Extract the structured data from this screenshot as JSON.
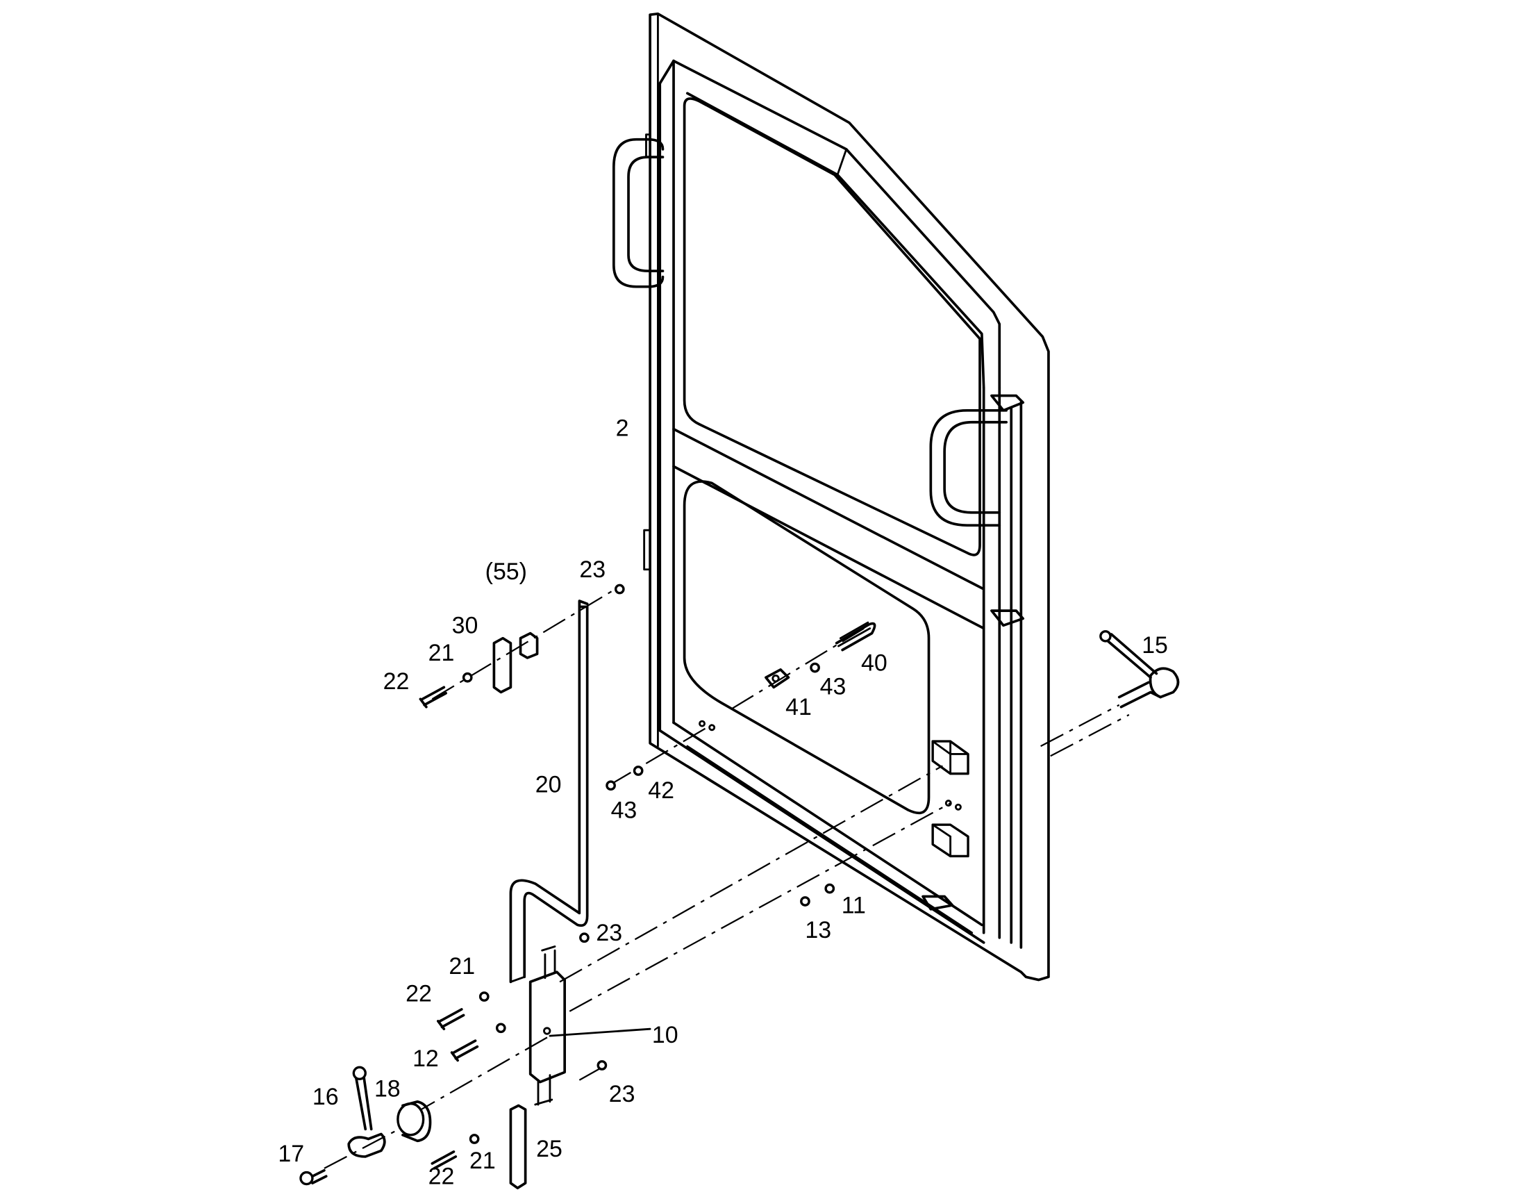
{
  "diagram": {
    "callouts": [
      {
        "id": "c2",
        "text": "2"
      },
      {
        "id": "c55",
        "text": "(55)"
      },
      {
        "id": "c23a",
        "text": "23"
      },
      {
        "id": "c30",
        "text": "30"
      },
      {
        "id": "c21a",
        "text": "21"
      },
      {
        "id": "c22a",
        "text": "22"
      },
      {
        "id": "c15",
        "text": "15"
      },
      {
        "id": "c40",
        "text": "40"
      },
      {
        "id": "c43a",
        "text": "43"
      },
      {
        "id": "c41",
        "text": "41"
      },
      {
        "id": "c20",
        "text": "20"
      },
      {
        "id": "c42",
        "text": "42"
      },
      {
        "id": "c43b",
        "text": "43"
      },
      {
        "id": "c11",
        "text": "11"
      },
      {
        "id": "c13",
        "text": "13"
      },
      {
        "id": "c23b",
        "text": "23"
      },
      {
        "id": "c21b",
        "text": "21"
      },
      {
        "id": "c22b",
        "text": "22"
      },
      {
        "id": "c10",
        "text": "10"
      },
      {
        "id": "c12",
        "text": "12"
      },
      {
        "id": "c16",
        "text": "16"
      },
      {
        "id": "c18",
        "text": "18"
      },
      {
        "id": "c23c",
        "text": "23"
      },
      {
        "id": "c17",
        "text": "17"
      },
      {
        "id": "c25",
        "text": "25"
      },
      {
        "id": "c21c",
        "text": "21"
      },
      {
        "id": "c22c",
        "text": "22"
      }
    ]
  }
}
